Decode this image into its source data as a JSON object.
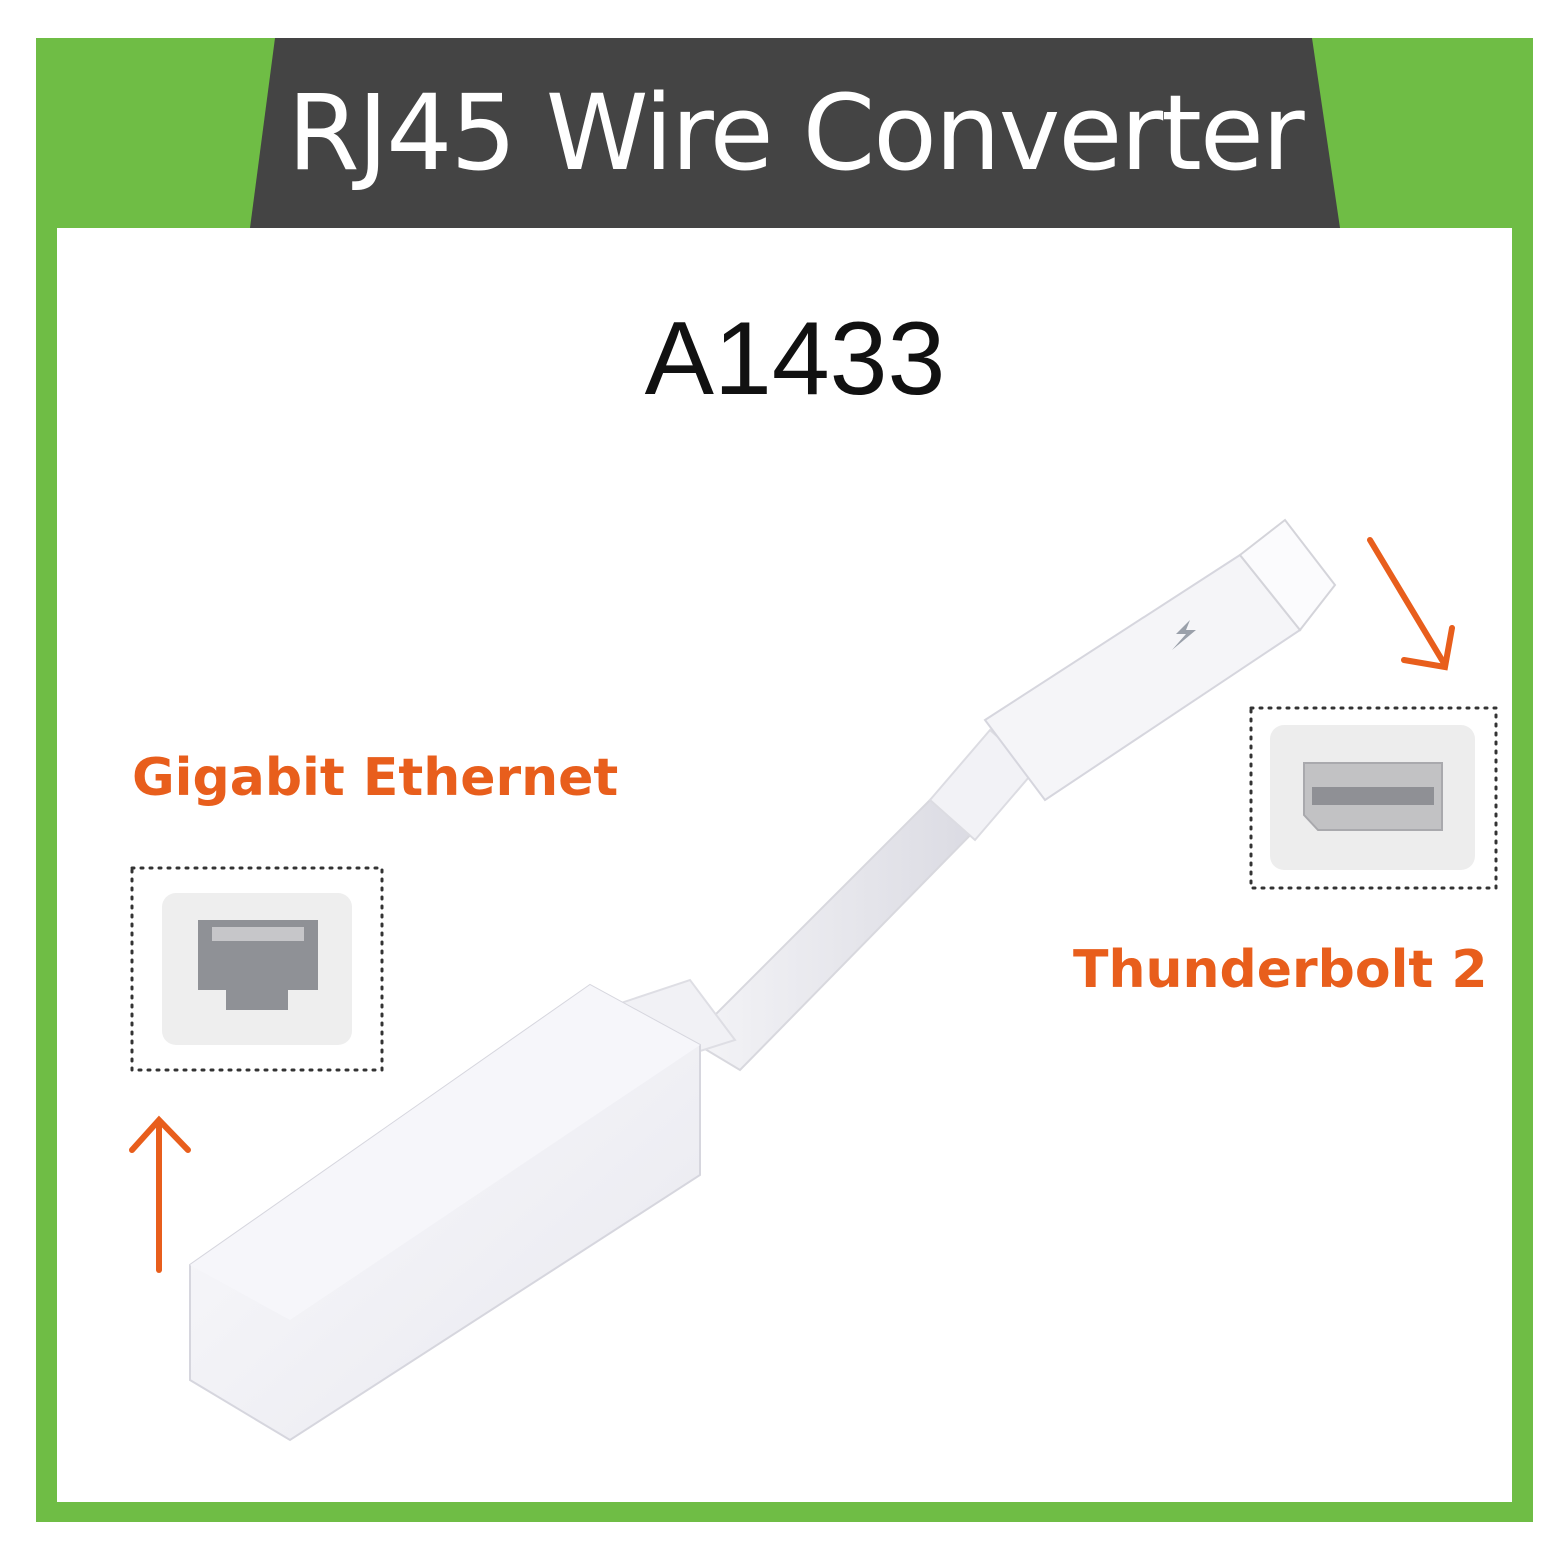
{
  "header": {
    "title": "RJ45 Wire Converter"
  },
  "product": {
    "model": "A1433"
  },
  "ports": {
    "left_label": "Gigabit Ethernet",
    "right_label": "Thunderbolt 2"
  },
  "colors": {
    "frame_green": "#6fbd45",
    "header_dark": "#444444",
    "accent_orange": "#e85e1c",
    "text_dark": "#111111"
  },
  "icons": {
    "left_port": "rj45-port-icon",
    "right_port": "thunderbolt-port-icon",
    "cable_symbol": "lightning-bolt-icon"
  }
}
